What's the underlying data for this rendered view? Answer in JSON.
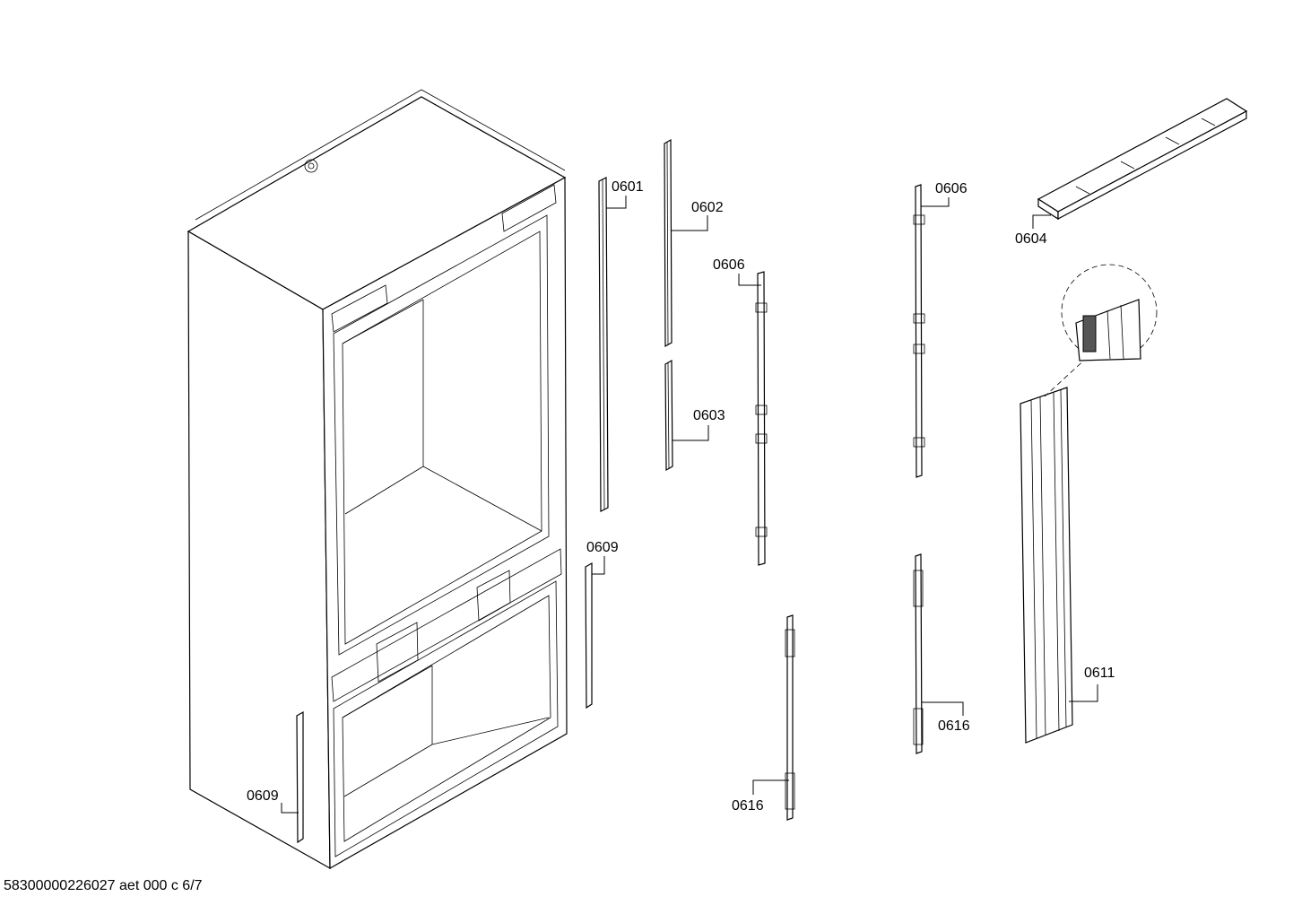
{
  "parts": {
    "p0601": "0601",
    "p0602": "0602",
    "p0603": "0603",
    "p0604": "0604",
    "p0606_a": "0606",
    "p0606_b": "0606",
    "p0609_a": "0609",
    "p0609_b": "0609",
    "p0611": "0611",
    "p0616_a": "0616",
    "p0616_b": "0616"
  },
  "footer": "58300000226027 aet 000 c 6/7"
}
